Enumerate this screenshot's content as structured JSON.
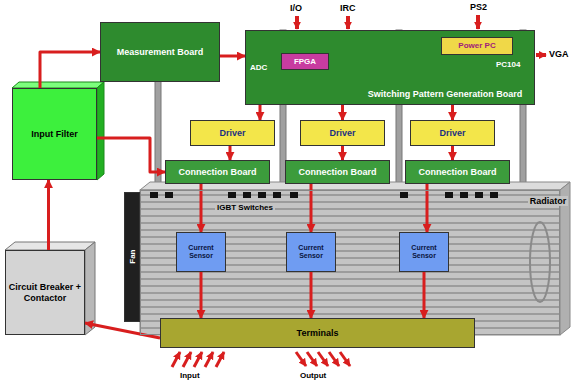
{
  "diagram": {
    "nodes": [
      {
        "text": [
          "Measurement Board"
        ]
      },
      {
        "text": [
          "Switching Pattern Generation Board"
        ]
      },
      {
        "text": [
          "FPGA"
        ],
        "in": 1
      },
      {
        "text": [
          "Power PC"
        ],
        "in": 1
      },
      {
        "text": [
          "Input Filter"
        ]
      },
      {
        "text": [
          "Driver"
        ]
      },
      {
        "text": [
          "Driver"
        ]
      },
      {
        "text": [
          "Driver"
        ]
      },
      {
        "text": [
          "Connection Board"
        ]
      },
      {
        "text": [
          "Connection Board"
        ]
      },
      {
        "text": [
          "Connection Board"
        ]
      },
      {
        "text": [
          "Fan"
        ]
      },
      {
        "text": [
          "Radiator"
        ]
      },
      {
        "text": [
          "Current Sensor"
        ],
        "in": 12
      },
      {
        "text": [
          "Current Sensor"
        ],
        "in": 12
      },
      {
        "text": [
          "Current Sensor"
        ],
        "in": 12
      },
      {
        "text": [
          "Circuit Breaker + Contactor"
        ]
      },
      {
        "text": [
          "Terminals"
        ]
      }
    ],
    "edges": [
      {
        "from": 0,
        "to": 1,
        "arrow": "to"
      },
      {
        "from": 1,
        "to": 5,
        "arrow": "to"
      },
      {
        "from": 1,
        "to": 6,
        "arrow": "to"
      },
      {
        "from": 1,
        "to": 7,
        "arrow": "to"
      },
      {
        "from": 5,
        "to": 8,
        "arrow": "to"
      },
      {
        "from": 6,
        "to": 9,
        "arrow": "to"
      },
      {
        "from": 7,
        "to": 10,
        "arrow": "to"
      },
      {
        "from": 4,
        "to": 0,
        "arrow": "to"
      },
      {
        "from": 4,
        "to": 8,
        "arrow": "to"
      },
      {
        "from": 8,
        "to": 13,
        "arrow": "to"
      },
      {
        "from": 9,
        "to": 14,
        "arrow": "to"
      },
      {
        "from": 10,
        "to": 15,
        "arrow": "to"
      },
      {
        "from": 13,
        "to": 17,
        "arrow": "to"
      },
      {
        "from": 14,
        "to": 17,
        "arrow": "to"
      },
      {
        "from": 15,
        "to": 17,
        "arrow": "to"
      },
      {
        "from": 17,
        "to": 16,
        "arrow": "to"
      },
      {
        "from": 16,
        "to": 4,
        "arrow": "to"
      }
    ],
    "labels": [
      "I/O",
      "IRC",
      "PS2",
      "VGA",
      "ADC",
      "PC104",
      "IGBT Switches",
      "Input",
      "Output"
    ]
  }
}
